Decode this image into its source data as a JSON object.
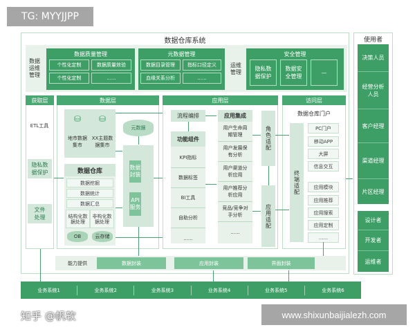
{
  "tag": "TG: MYYJJPP",
  "title": "数据仓库系统",
  "top": {
    "ops_label": "数据运维管理",
    "quality": {
      "title": "数据质量管理",
      "items": [
        "个性化定制",
        "数据质量效验",
        "个性化定制",
        "......"
      ]
    },
    "meta": {
      "title": "元数据管理",
      "items": [
        "数据目录管理",
        "指标口径定义",
        "血缘关系分析",
        "......"
      ]
    },
    "ops_label2": "运维管理",
    "security": {
      "title": "安全管理",
      "items": [
        "隐私数据保护",
        "数据安全管理",
        "—"
      ]
    }
  },
  "acquire": {
    "header": "获取层",
    "etl": "ETL工具",
    "privacy": "隐私数据保护",
    "file": "文件处理"
  },
  "datalayer": {
    "header": "数据层",
    "mart1": "地市数据集市",
    "mart2": "XX主题数据集市",
    "metadata": "元数据",
    "encap": "数据封装",
    "api": "API服务",
    "warehouse": {
      "title": "数据仓库",
      "items": [
        "数据挖掘",
        "数据统计",
        "数据汇总"
      ],
      "struct": "结构化数据处理",
      "unstruct": "非构化数据处理",
      "ob": "OB",
      "cloud": "云存储"
    }
  },
  "applayer": {
    "header": "应用层",
    "flow": "流程编排",
    "func": {
      "title": "功能组件",
      "items": [
        "KPI指标",
        "数据标签",
        "BI工具",
        "自助分析",
        "......"
      ]
    },
    "integ": {
      "title": "应用集成",
      "items": [
        "用户生命周期管理",
        "用户发展保有分析",
        "用户渠道分析应用",
        "用户推荐分析应用",
        "竞品/竞争对手分析",
        "......"
      ]
    },
    "role": "角色适配",
    "appfit": "应用适配"
  },
  "access": {
    "header": "访问层",
    "portal": "数据仓库门户",
    "terminal": "终端适配",
    "items": [
      "PC门户",
      "移动APP",
      "大屏",
      "信息交互",
      "应用模块",
      "应用推荐",
      "应用搜索",
      "应用定制",
      "......"
    ]
  },
  "capability": {
    "label": "能力提供",
    "items": [
      "数据封装",
      "应用封装",
      "界面封装"
    ]
  },
  "users": {
    "title": "使用者",
    "group1": [
      "决策人员",
      "经营分析人员",
      "客户经理",
      "渠道经理",
      "片区经理"
    ],
    "group2": [
      "设计者",
      "开发者",
      "运维者"
    ]
  },
  "business": [
    "业务系统1",
    "业务系统2",
    "业务系统3",
    "业务系统4",
    "业务系统5",
    "业务系统6"
  ],
  "watermark": "知乎 @帆软",
  "footer_url": "www.shixunbaijialezh.com",
  "colors": {
    "primary": "#3d9e66",
    "header": "#48a872",
    "light": "#d3e8da"
  }
}
